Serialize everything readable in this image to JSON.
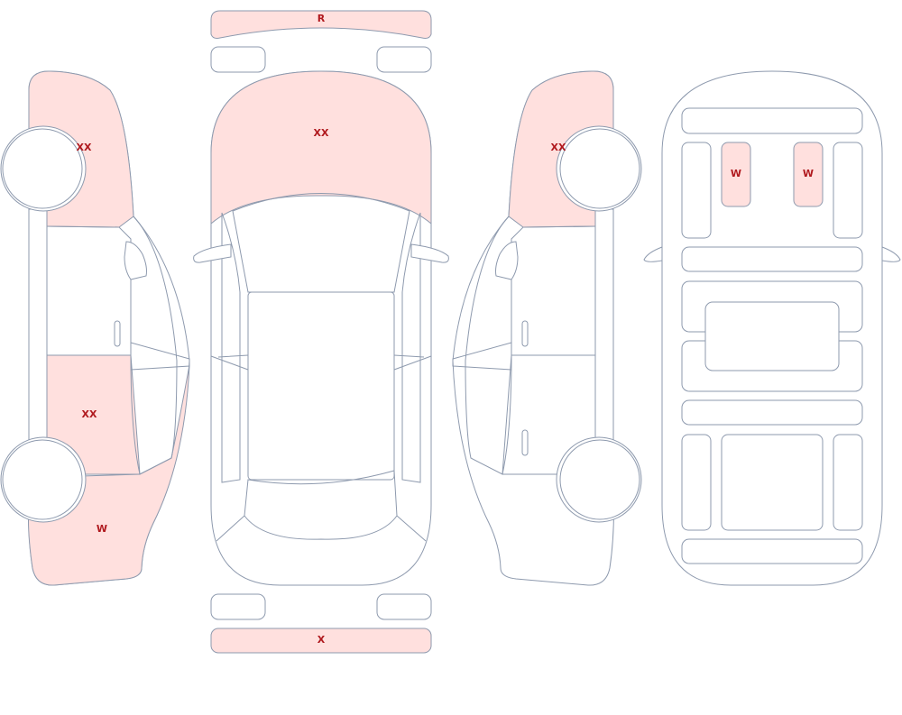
{
  "colors": {
    "outline": "#8e9aae",
    "damage_fill": "#ffe0de",
    "label": "#b0191e",
    "background": "#ffffff"
  },
  "labels": {
    "rear_bumper": "R",
    "front_bumper": "X",
    "hood": "XX",
    "left_front_fender": "XX",
    "left_rear_door": "XX",
    "left_rear_quarter": "W",
    "right_front_fender": "XX",
    "interior_seat_left": "W",
    "interior_seat_right": "W"
  }
}
